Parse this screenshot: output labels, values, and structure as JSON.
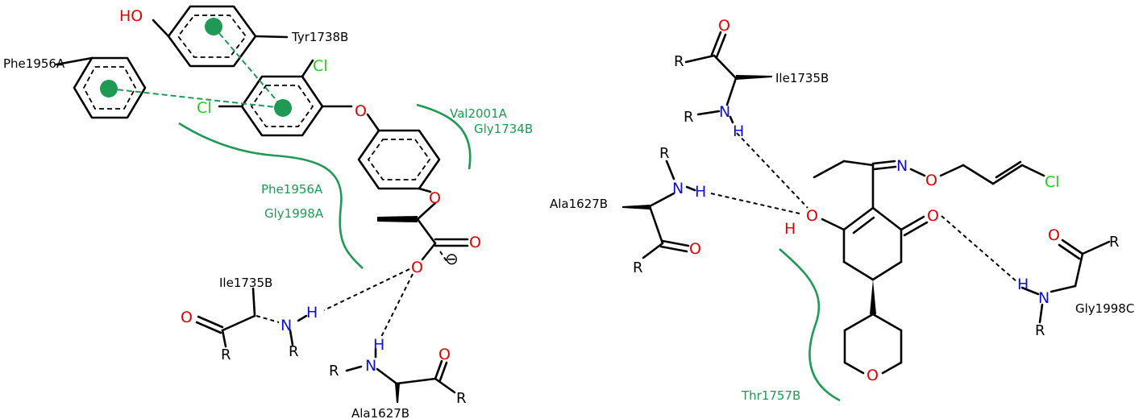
{
  "colors": {
    "oxygen": "#e00000",
    "nitrogen": "#1010d0",
    "hydrogen": "#1010d0",
    "chlorine": "#22cc22",
    "bond": "#000000",
    "interaction": "#1e9a55"
  },
  "left": {
    "residues": {
      "tyr": "Tyr1738B",
      "phe_ring": "Phe1956A",
      "val": "Val2001A",
      "gly1734": "Gly1734B",
      "phe_pocket": "Phe1956A",
      "gly1998": "Gly1998A",
      "ile": "Ile1735B",
      "ala": "Ala1627B"
    },
    "atoms": {
      "ho": "HO",
      "cl1": "Cl",
      "cl2": "Cl",
      "o_ether1": "O",
      "o_ether2": "O",
      "o_dbl": "O",
      "o_minus": "O",
      "charge": "⊖",
      "o_ile": "O",
      "r_ile1": "R",
      "n_ile": "N",
      "h_ile": "H",
      "r_ile2": "R",
      "h_ala": "H",
      "n_ala": "N",
      "r_ala1": "R",
      "o_ala": "O",
      "r_ala2": "R"
    }
  },
  "right": {
    "residues": {
      "ile": "Ile1735B",
      "ala": "Ala1627B",
      "gly": "Gly1998C",
      "thr": "Thr1757B"
    },
    "atoms": {
      "o_ile": "O",
      "r_ile1": "R",
      "r_ile2": "R",
      "n_ile": "N",
      "h_ile": "H",
      "r_ala1": "R",
      "n_ala": "N",
      "h_ala": "H",
      "o_ala": "O",
      "r_ala2": "R",
      "n_oxime": "N",
      "o_oxime": "O",
      "cl": "Cl",
      "o_hydroxy": "O",
      "h_hydroxy": "H",
      "o_keto": "O",
      "o_pyran": "O",
      "h_gly": "H",
      "n_gly": "N",
      "r_gly1": "R",
      "o_gly": "O",
      "r_gly2": "R"
    }
  }
}
